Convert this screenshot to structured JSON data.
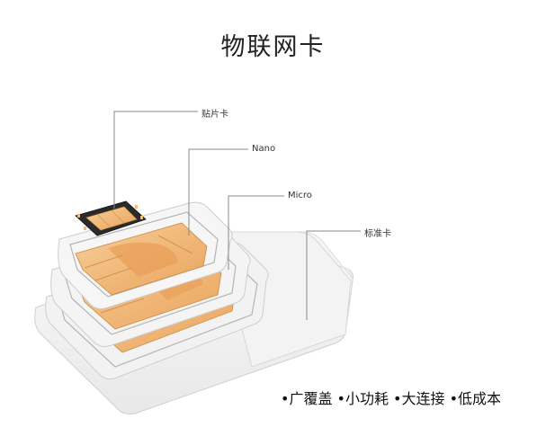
{
  "title": "物联网卡",
  "labels": {
    "chip": "贴片卡",
    "nano": "Nano",
    "micro": "Micro",
    "standard": "标准卡"
  },
  "features": "•广覆盖 •小功耗 •大连接 •低成本",
  "colors": {
    "card": "#f1f1f1",
    "card_edge": "#d2d2d2",
    "contact": "#f2b978",
    "chip_body": "#2c2c2c",
    "leader_line": "#8a8a8a"
  }
}
